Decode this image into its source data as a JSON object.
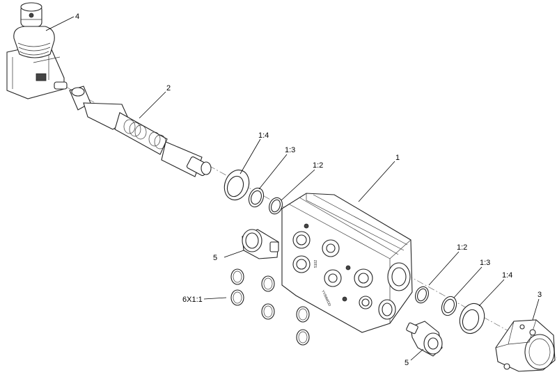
{
  "callouts": {
    "c1": "1",
    "c2": "2",
    "c3": "3",
    "c4": "4",
    "c5a": "5",
    "c5b": "5",
    "c12a": "1:2",
    "c13a": "1:3",
    "c14a": "1:4",
    "c12b": "1:2",
    "c13b": "1:3",
    "c14b": "1:4",
    "c6x": "6X1:1"
  }
}
